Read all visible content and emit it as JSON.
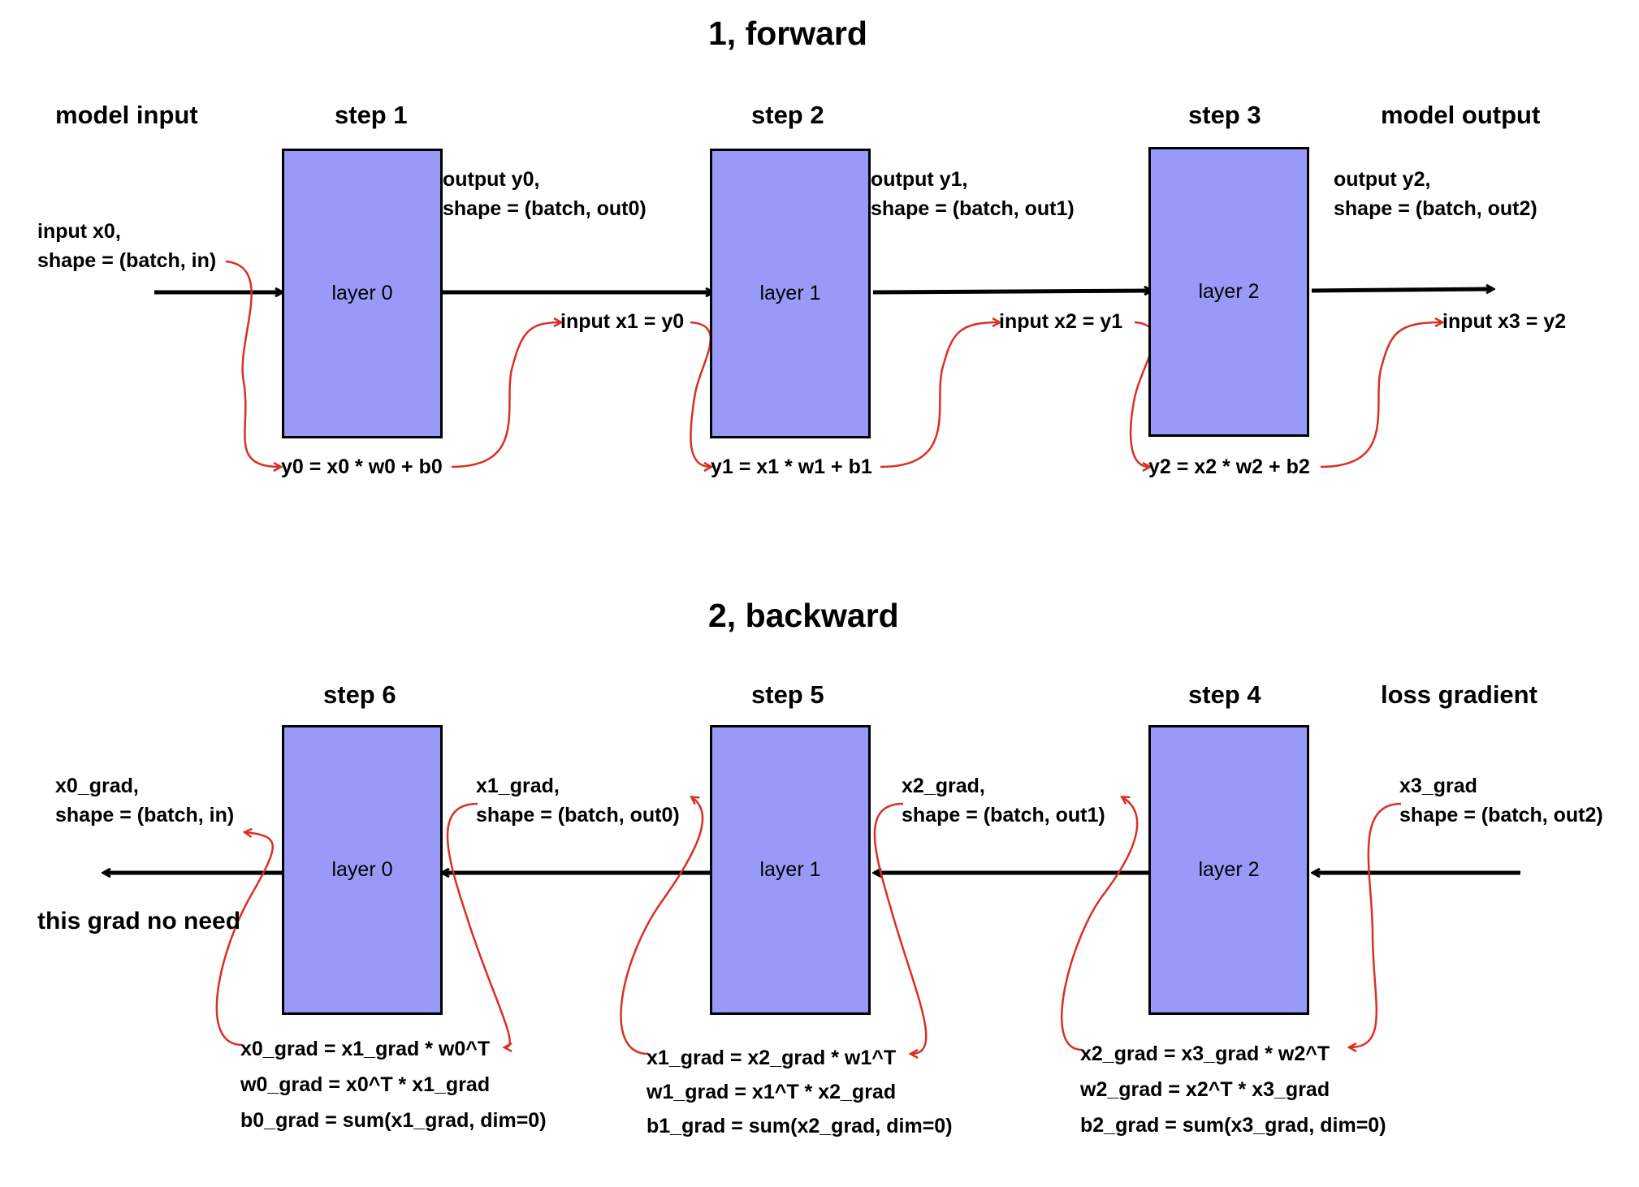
{
  "colors": {
    "layer_fill": "#9999f7",
    "arrow": "#000000",
    "curve": "#d93025",
    "background": "#ffffff"
  },
  "forward": {
    "title": "1, forward",
    "model_input_label": "model input",
    "model_output_label": "model output",
    "steps": [
      {
        "header": "step 1",
        "layer": "layer 0",
        "output_label": [
          "output y0,",
          "shape = (batch, out0)"
        ],
        "equation": "y0 = x0 * w0 + b0",
        "next_input": "input x1 = y0"
      },
      {
        "header": "step 2",
        "layer": "layer 1",
        "output_label": [
          "output y1,",
          "shape = (batch, out1)"
        ],
        "equation": "y1 = x1 * w1 + b1",
        "next_input": "input x2 = y1"
      },
      {
        "header": "step 3",
        "layer": "layer 2",
        "output_label": [
          "output y2,",
          "shape = (batch, out2)"
        ],
        "equation": "y2 = x2 * w2 + b2",
        "next_input": "input x3 = y2"
      }
    ],
    "input_label": [
      "input x0,",
      "shape = (batch, in)"
    ]
  },
  "backward": {
    "title": "2, backward",
    "loss_gradient_label": "loss gradient",
    "no_need_label": "this grad no need",
    "steps": [
      {
        "header": "step 6",
        "layer": "layer 0",
        "grad_out_label": [
          "x0_grad,",
          "shape = (batch, in)"
        ],
        "equations": [
          "x0_grad = x1_grad * w0^T",
          "w0_grad = x0^T * x1_grad",
          "b0_grad = sum(x1_grad, dim=0)"
        ]
      },
      {
        "header": "step 5",
        "layer": "layer 1",
        "grad_out_label": [
          "x1_grad,",
          "shape = (batch, out0)"
        ],
        "equations": [
          "x1_grad = x2_grad * w1^T",
          "w1_grad = x1^T * x2_grad",
          "b1_grad = sum(x2_grad, dim=0)"
        ]
      },
      {
        "header": "step 4",
        "layer": "layer 2",
        "grad_out_label": [
          "x2_grad,",
          "shape = (batch, out1)"
        ],
        "equations": [
          "x2_grad = x3_grad * w2^T",
          "w2_grad = x2^T * x3_grad",
          "b2_grad = sum(x3_grad, dim=0)"
        ]
      }
    ],
    "loss_grad_value": [
      "x3_grad",
      "shape = (batch, out2)"
    ]
  }
}
